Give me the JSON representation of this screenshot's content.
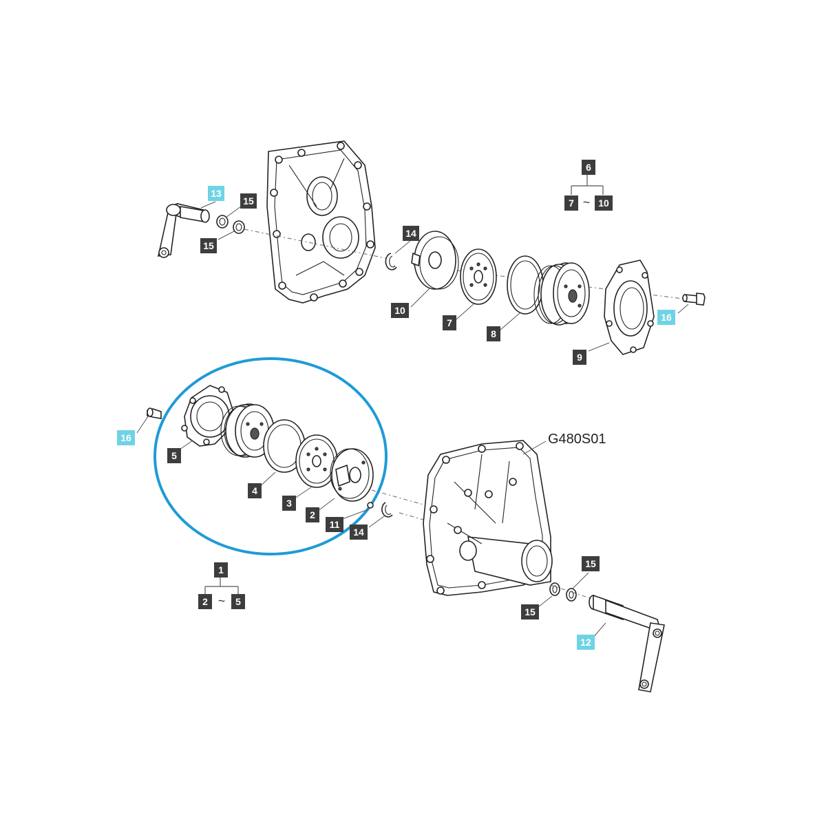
{
  "drawing_ref": "G480S01",
  "labels": {
    "l1": "1",
    "l2a": "2",
    "l2b": "2",
    "l3": "3",
    "l4": "4",
    "l5a": "5",
    "l5b": "5",
    "l6": "6",
    "l7a": "7",
    "l7b": "7",
    "l8": "8",
    "l9": "9",
    "l10a": "10",
    "l10b": "10",
    "l11": "11",
    "l12": "12",
    "l13": "13",
    "l14a": "14",
    "l14b": "14",
    "l15a": "15",
    "l15b": "15",
    "l15c": "15",
    "l15d": "15",
    "l16a": "16",
    "l16b": "16"
  },
  "range_separator": "~",
  "colors": {
    "label_dark": "#3d3d3d",
    "label_highlight": "#6fd3e6",
    "highlight_ellipse": "#1e9bd7"
  }
}
